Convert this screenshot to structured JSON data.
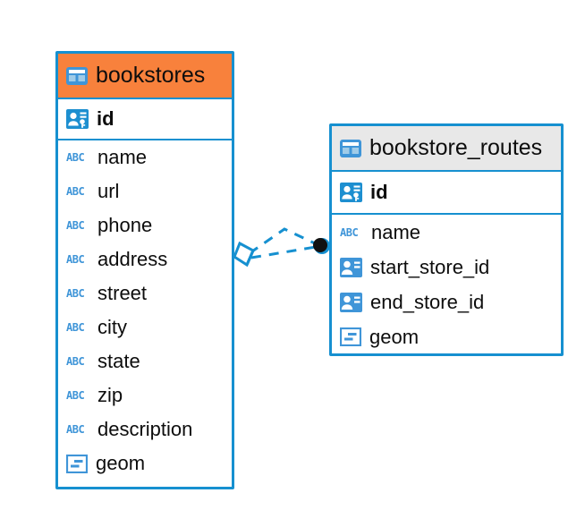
{
  "diagram": {
    "type": "entity-relationship-diagram",
    "background": "#ffffff",
    "accent_blue": "#1690d0",
    "accent_orange": "#f8813c",
    "header_gray": "#e8e8e8",
    "icon_blue": "#3f95d8"
  },
  "entities": [
    {
      "name": "bookstores",
      "header_color": "#f8813c",
      "primary_key": {
        "label": "id",
        "icon": "primary-key-icon"
      },
      "fields": [
        {
          "label": "name",
          "icon": "abc-text-icon"
        },
        {
          "label": "url",
          "icon": "abc-text-icon"
        },
        {
          "label": "phone",
          "icon": "abc-text-icon"
        },
        {
          "label": "address",
          "icon": "abc-text-icon"
        },
        {
          "label": "street",
          "icon": "abc-text-icon"
        },
        {
          "label": "city",
          "icon": "abc-text-icon"
        },
        {
          "label": "state",
          "icon": "abc-text-icon"
        },
        {
          "label": "zip",
          "icon": "abc-text-icon"
        },
        {
          "label": "description",
          "icon": "abc-text-icon"
        },
        {
          "label": "geom",
          "icon": "geometry-icon"
        }
      ]
    },
    {
      "name": "bookstore_routes",
      "header_color": "#e8e8e8",
      "primary_key": {
        "label": "id",
        "icon": "primary-key-icon"
      },
      "fields": [
        {
          "label": "name",
          "icon": "abc-text-icon"
        },
        {
          "label": "start_store_id",
          "icon": "foreign-key-icon"
        },
        {
          "label": "end_store_id",
          "icon": "foreign-key-icon"
        },
        {
          "label": "geom",
          "icon": "geometry-icon"
        }
      ]
    }
  ],
  "relationships": [
    {
      "from": "bookstores",
      "to": "bookstore_routes",
      "style": "dashed",
      "color": "#1690d0",
      "source_marker": "diamond-marker",
      "target_marker": "filled-circle-marker"
    },
    {
      "from": "bookstores",
      "to": "bookstore_routes",
      "style": "dashed",
      "color": "#1690d0",
      "source_marker": "diamond-marker",
      "target_marker": "filled-circle-marker"
    }
  ],
  "header_icon": "table-icon"
}
